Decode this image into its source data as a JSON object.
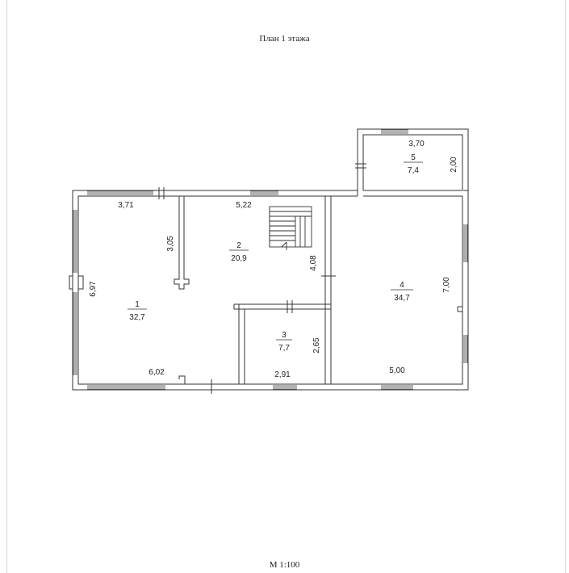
{
  "title": "План 1 этажа",
  "scale": "М 1:100",
  "rooms": [
    {
      "number": "1",
      "area": "32,7"
    },
    {
      "number": "2",
      "area": "20,9"
    },
    {
      "number": "3",
      "area": "7,7"
    },
    {
      "number": "4",
      "area": "34,7"
    },
    {
      "number": "5",
      "area": "7,4"
    }
  ],
  "dimensions": {
    "d_3_71": "3,71",
    "d_3_05": "3,05",
    "d_6_97": "6,97",
    "d_6_02": "6,02",
    "d_5_22": "5,22",
    "d_4_08": "4,08",
    "d_2_65": "2,65",
    "d_2_91": "2,91",
    "d_7_00": "7,00",
    "d_5_00": "5,00",
    "d_3_70": "3,70",
    "d_2_00": "2,00"
  }
}
